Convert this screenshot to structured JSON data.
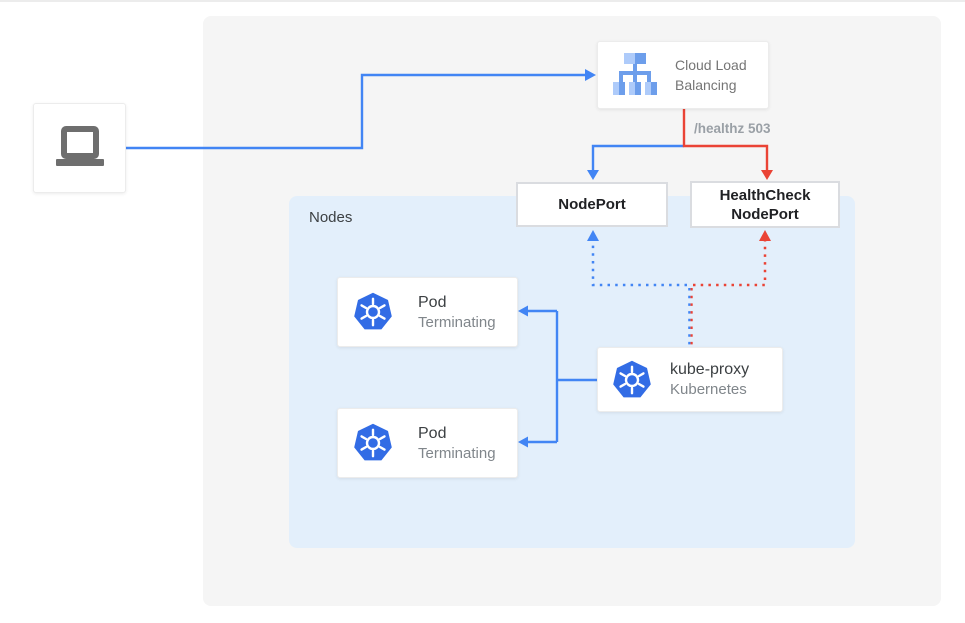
{
  "client": {
    "icon": "laptop-icon"
  },
  "clb": {
    "label": "Cloud Load Balancing",
    "icon": "load-balancer-icon"
  },
  "healthz_label": "/healthz 503",
  "nodeport": {
    "label": "NodePort"
  },
  "healthcheck_nodeport": {
    "line1": "HealthCheck",
    "line2": "NodePort"
  },
  "nodes": {
    "label": "Nodes"
  },
  "pods": [
    {
      "title": "Pod",
      "subtitle": "Terminating"
    },
    {
      "title": "Pod",
      "subtitle": "Terminating"
    }
  ],
  "kube_proxy": {
    "title": "kube-proxy",
    "subtitle": "Kubernetes"
  },
  "colors": {
    "traffic_blue": "#4285f4",
    "error_red": "#ea4335",
    "kubernetes_blue": "#326ce5",
    "panel_gray": "#f5f5f5",
    "nodes_background": "#e3effb",
    "muted_text": "#80868b",
    "dark_text": "#3c4043",
    "healthz_text": "#9aa0a6",
    "laptop_gray": "#6e6e6e",
    "lb_icon_light": "#aecbfa",
    "lb_icon_medium": "#6d9eeb"
  }
}
